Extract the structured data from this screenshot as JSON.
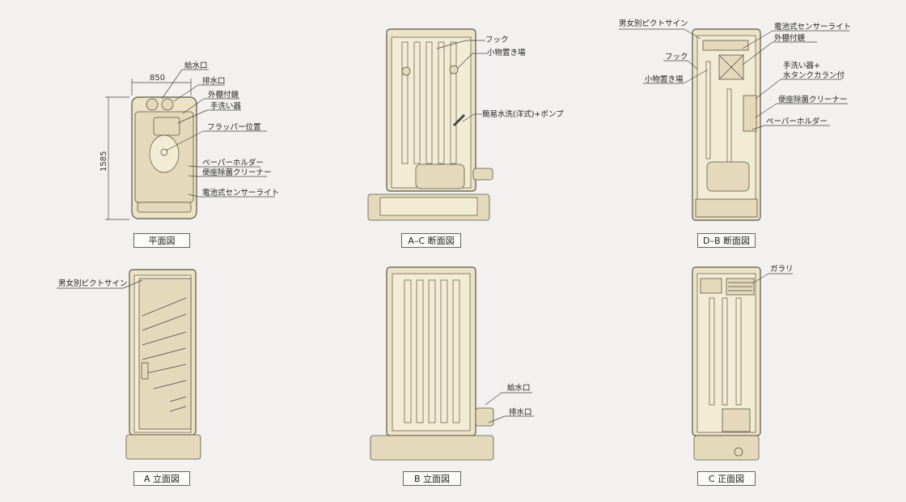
{
  "captions": {
    "plan": "平面図",
    "ac": "A–C 断面図",
    "db": "D–B 断面図",
    "a": "A 立面図",
    "b": "B 立面図",
    "c": "C 正面図"
  },
  "plan": {
    "width_dim": "850",
    "height_dim": "1585",
    "labels": [
      "給水口",
      "排水口",
      "外棚付鏡",
      "手洗い器",
      "フラッパー位置",
      "ペーパーホルダー",
      "便座除菌クリーナー",
      "電池式センサーライト"
    ]
  },
  "ac": {
    "labels": [
      "フック",
      "小物置き場",
      "簡易水洗(洋式)+ポンプ"
    ]
  },
  "db": {
    "labels": [
      "男女別ピクトサイン",
      "電池式センサーライト",
      "外棚付鏡",
      "フック",
      "小物置き場",
      "手洗い器+",
      "水タンクカラン付",
      "便座除菌クリーナー",
      "ペーパーホルダー"
    ]
  },
  "a": {
    "labels": [
      "男女別ピクトサイン"
    ]
  },
  "b": {
    "labels": [
      "給水口",
      "排水口"
    ]
  },
  "c": {
    "labels": [
      "ガラリ"
    ]
  }
}
